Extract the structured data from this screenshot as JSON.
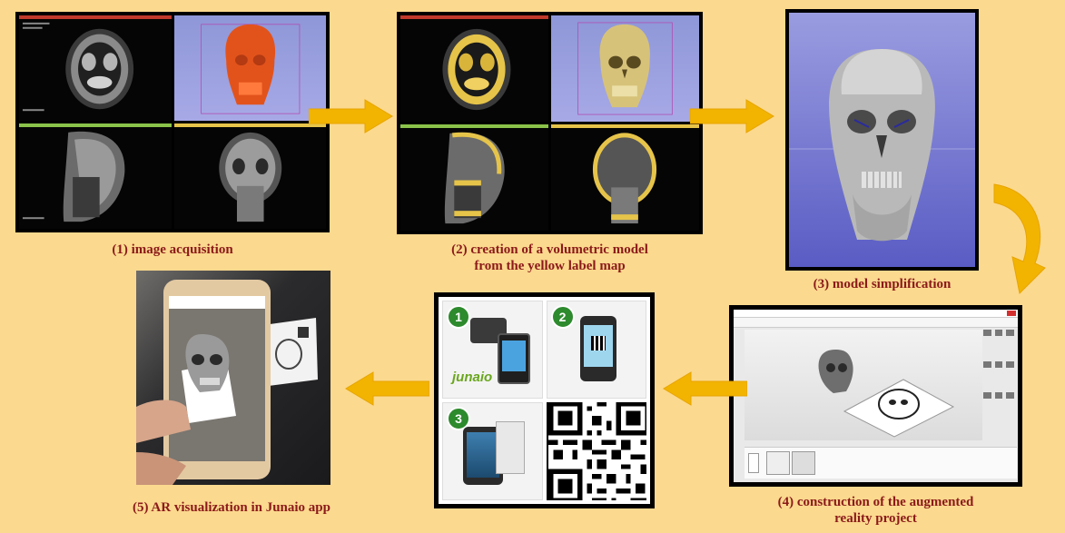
{
  "captions": {
    "step1": [
      "(1) image acquisition"
    ],
    "step2": [
      "(2) creation of a volumetric model",
      "from the yellow label map"
    ],
    "step3": [
      "(3) model simplification"
    ],
    "step4": [
      "(4) construction of the augmented",
      "reality project"
    ],
    "step5": [
      "(5) AR visualization in Junaio app"
    ]
  },
  "junaio": {
    "badges": [
      "1",
      "2",
      "3"
    ],
    "logo_text": "junaio"
  },
  "colors": {
    "background": "#fbd98e",
    "caption": "#8b1a1a",
    "arrow": "#f2b400",
    "render_orange": "#e2531c",
    "render_yellow": "#d7c27a",
    "label_yellow": "#e6c44a",
    "badge_green": "#2d8a2d"
  },
  "icons": [
    "arrow-right-icon",
    "arrow-curve-down-icon",
    "arrow-left-icon",
    "skull-icon",
    "qr-code-icon",
    "phone-icon"
  ]
}
